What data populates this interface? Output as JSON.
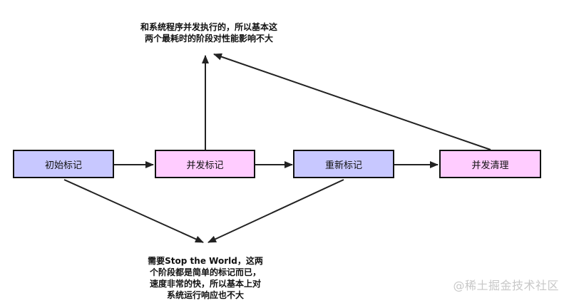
{
  "nodes": [
    {
      "label": "初始标记",
      "fill": "#c8c8ff"
    },
    {
      "label": "并发标记",
      "fill": "#ffccff"
    },
    {
      "label": "重新标记",
      "fill": "#c8c8ff"
    },
    {
      "label": "并发清理",
      "fill": "#ffccff"
    }
  ],
  "notes": {
    "top": {
      "line1": "和系统程序并发执行的，所以基本这",
      "line2": "两个最耗时的阶段对性能影响不大"
    },
    "bottom": {
      "line1": "需要Stop the World，这两",
      "line2": "个阶段都是简单的标记而已，",
      "line3": "速度非常的快，所以基本上对",
      "line4": "系统运行响应也不大"
    }
  },
  "watermark": "@稀土掘金技术社区",
  "colors": {
    "stroke": "#222222"
  }
}
